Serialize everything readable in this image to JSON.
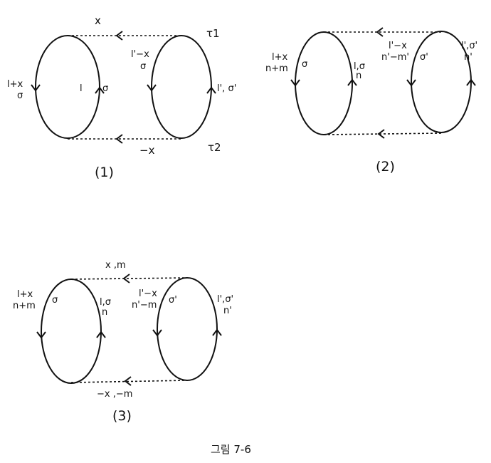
{
  "diagrams": [
    {
      "caption": "(1)",
      "top_line_label": "x",
      "bottom_line_label": "−x",
      "tau_top": "τ1",
      "tau_bottom": "τ2",
      "left_outer": [
        "l+x",
        "σ"
      ],
      "left_inner": [
        "l",
        "σ"
      ],
      "right_inner": [
        "l'−x",
        "σ"
      ],
      "right_outer": "l', σ'"
    },
    {
      "caption": "(2)",
      "left_outer": [
        "l+x",
        "n+m"
      ],
      "left_sigma": "σ",
      "left_inner": [
        "l,σ",
        "n"
      ],
      "right_inner": [
        "l'−x",
        "n'−m'"
      ],
      "right_sigma": "σ'",
      "right_outer": [
        "l',σ'",
        "n'"
      ]
    },
    {
      "caption": "(3)",
      "top_line_label": "x ,m",
      "bottom_line_label": "−x ,−m",
      "left_outer": [
        "l+x",
        "n+m"
      ],
      "left_sigma": "σ",
      "left_inner": [
        "l,σ",
        "n"
      ],
      "right_inner": [
        "l'−x",
        "n'−m"
      ],
      "right_sigma": "σ'",
      "right_outer": [
        "l',σ'",
        "n'"
      ]
    }
  ],
  "figure_caption": "그림 7-6"
}
